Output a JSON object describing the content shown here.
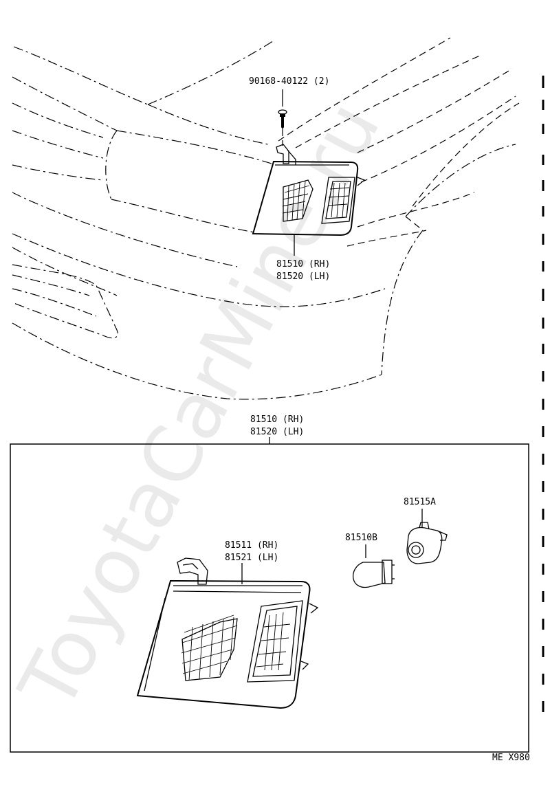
{
  "watermark": "ToyotaCarMine.ru",
  "labels": {
    "bolt": "90168-40122 (2)",
    "lamp_top_rh": "81510 (RH)",
    "lamp_top_lh": "81520 (LH)",
    "assy_rh": "81510 (RH)",
    "assy_lh": "81520 (LH)",
    "lens_rh": "81511 (RH)",
    "lens_lh": "81521 (LH)",
    "bulb": "81510B",
    "socket": "81515A",
    "code": "ME X980"
  }
}
